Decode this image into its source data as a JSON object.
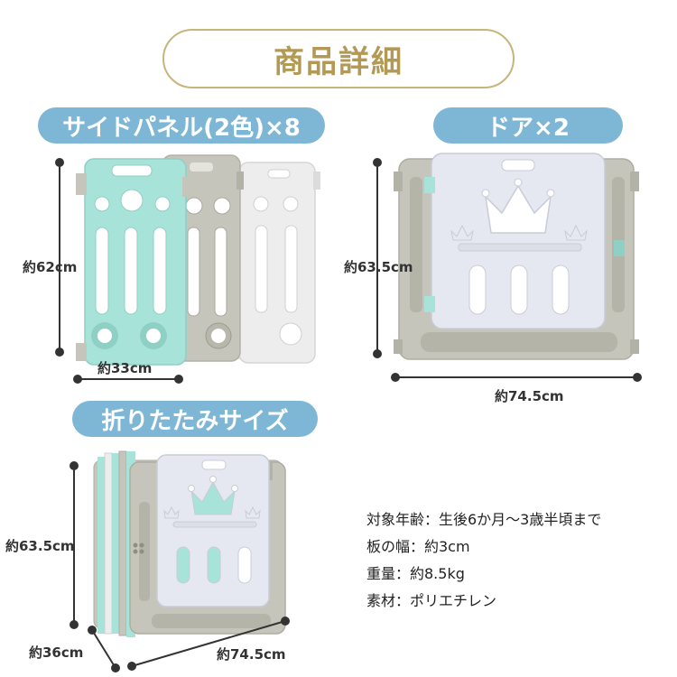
{
  "title": "商品詳細",
  "badges": {
    "side_panel": "サイドパネル(2色)×8",
    "door": "ドア×2",
    "folded": "折りたたみサイズ"
  },
  "dimensions": {
    "side_height": "約62cm",
    "side_width": "約33cm",
    "door_height": "約63.5cm",
    "door_width": "約74.5cm",
    "fold_height": "約63.5cm",
    "fold_depth": "約36cm",
    "fold_width": "約74.5cm"
  },
  "specs": [
    "対象年齢：生後6か月～3歳半頃まで",
    "板の幅：約3cm",
    "重量：約8.5kg",
    "素材：ポリエチレン"
  ],
  "colors": {
    "accent_gold": "#c7b57a",
    "badge_blue": "#7eb6d6",
    "mint": "#a8e3d9",
    "gray": "#c6c5bb",
    "white_panel": "#ececec"
  }
}
